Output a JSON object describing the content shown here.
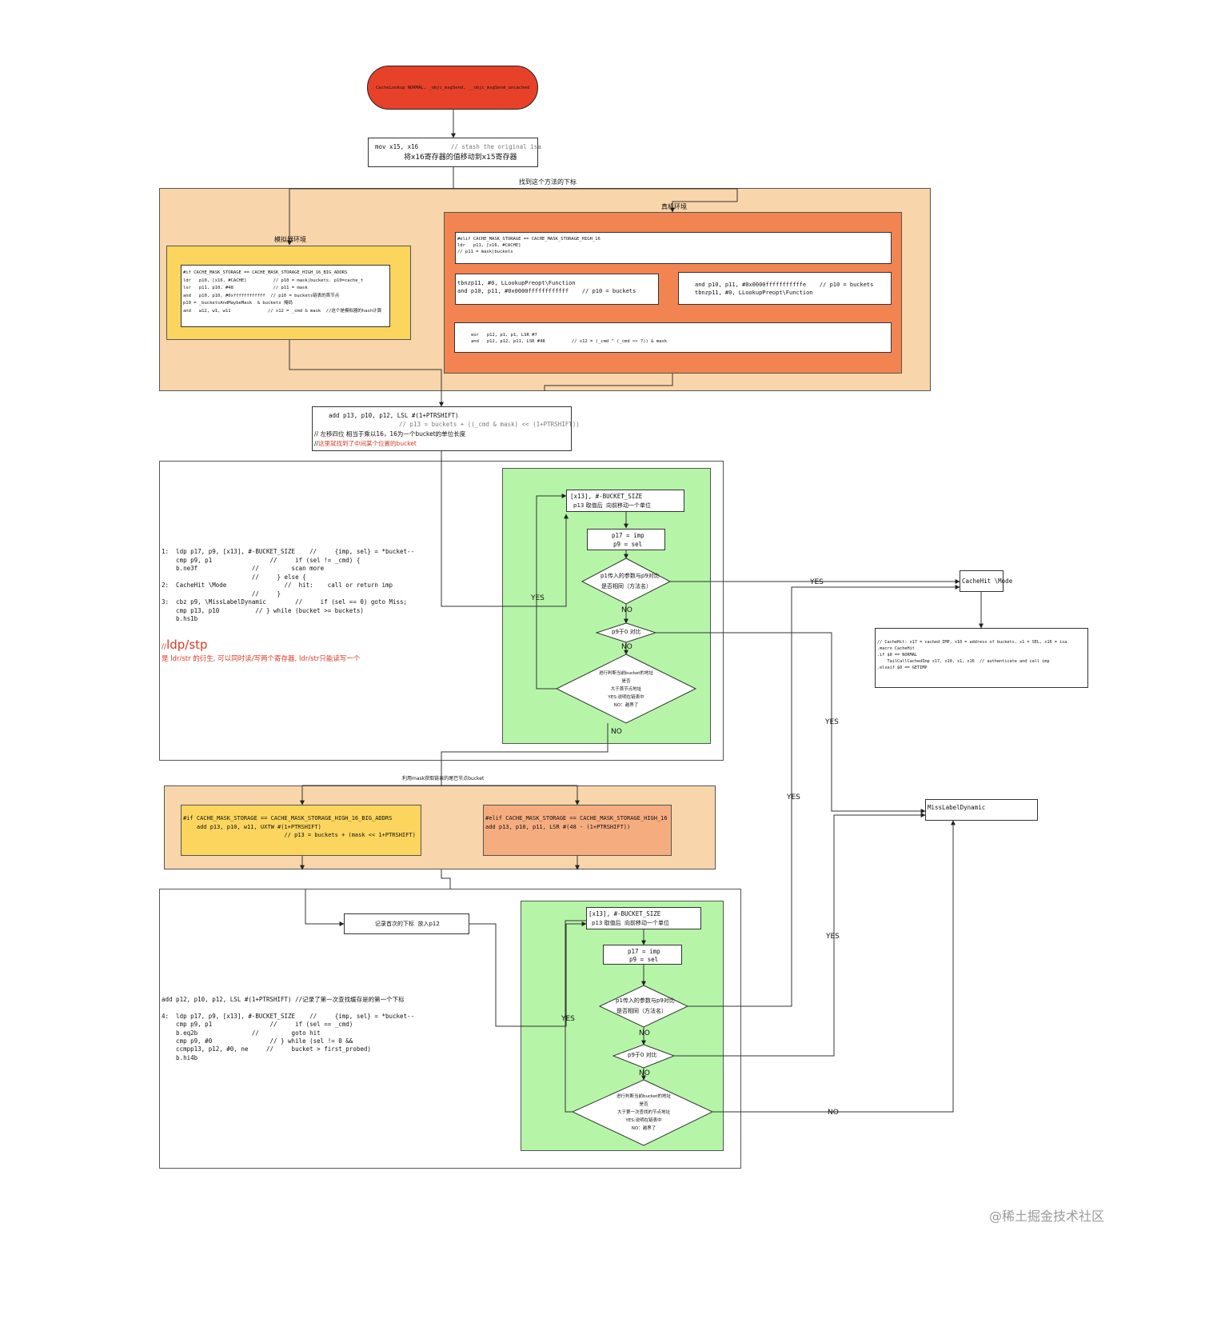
{
  "start": "CacheLookup NORMAL, _objc_msgSend, __objc_msgSend_uncached",
  "mov": {
    "code": "mov x15, x16",
    "comment": "// stash the original isa",
    "desc": "将x16寄存器的值移动到x15寄存器"
  },
  "find_index_label": "找到这个方法的下标",
  "sim": {
    "label": "模拟器环境",
    "lines": [
      "#if CACHE_MASK_STORAGE == CACHE_MASK_STORAGE_HIGH_16_BIG_ADDRS",
      "ldr   p10, [x16, #CACHE]          // p10 = mask|buckets. p10=cache_t",
      "lsr   p11, p10, #48               // p11 = mask",
      "and   p10, p10, #0xffffffffffff  // p10 = buckets链表的首节点",
      "p10 = _bucketsAndMaybeMask  & buckets 掩码",
      "and   w12, w1, w11              // x12 = _cmd & mask  //这个是模拟器的hash计算"
    ]
  },
  "dev": {
    "label": "真机环境",
    "top_lines": [
      "#elif CACHE_MASK_STORAGE == CACHE_MASK_STORAGE_HIGH_16",
      "ldr   p11, [x16, #CACHE]",
      "// p11 = mask|buckets"
    ],
    "left_lines": [
      "tbnzp11, #0, LLookupPreopt\\Function",
      "and p10, p11, #0x0000ffffffffffff    // p10 = buckets"
    ],
    "right_lines": [
      "and p10, p11, #0x0000fffffffffffe    // p10 = buckets",
      "tbnzp11, #0, LLookupPreopt\\Function"
    ],
    "bottom_lines": [
      "eor   p12, p1, p1, LSR #7",
      "and   p12, p12, p11, LSR #48          // x12 = (_cmd ^ (_cmd >> 7)) & mask"
    ]
  },
  "add13": {
    "code": "add p13, p10, p12, LSL #(1+PTRSHIFT)",
    "comment": "// p13 = buckets + ((_cmd & mask) << (1+PTRSHIFT))",
    "note1": "// 左移四位 相当于乘以16，16为一个bucket的单位长度",
    "note2_prefix": "//",
    "note2": "这里就找到了中间某个位置的bucket"
  },
  "loop1": {
    "asm_lines": [
      "1:  ldp p17, p9, [x13], #-BUCKET_SIZE    //     {imp, sel} = *bucket--",
      "    cmp p9, p1                //     if (sel != _cmd) {",
      "    b.ne3f               //         scan more",
      "                         //     } else {",
      "2:  CacheHit \\Mode                //  hit:    call or return imp",
      "                         //     }",
      "3:  cbz p9, \\MissLabelDynamic        //     if (sel == 0) goto Miss;",
      "    cmp p13, p10          // } while (bucket >= buckets)",
      "    b.hs1b"
    ],
    "ldp_prefix": "//",
    "ldp_title": "ldp/stp",
    "ldp_desc": "是 ldr/str 的衍生, 可以同时读/写两个寄存器, ldr/str只能读写一个",
    "fetch_line1": "[x13], #-BUCKET_SIZE",
    "fetch_line2": "p13 取值后  向前移动一个单位",
    "imp_line1": "p17 = imp",
    "imp_line2": "p9 = sel",
    "cmp_line1": "p1传入的参数与p9对比",
    "cmp_line2": "是否相同（方法名）",
    "p9zero": "p9于0 对比",
    "judge_lines": [
      "进行判断当前bucket的地址",
      "是否",
      "大于首节点地址",
      "YES:说明在链表中",
      "NO：越界了"
    ]
  },
  "hit": {
    "title": "CacheHit \\Mode",
    "lines": [
      "// CacheHit: x17 = cached IMP, x10 = address of buckets, x1 = SEL, x16 = isa",
      ".macro CacheHit",
      ".if $0 == NORMAL",
      "    TailCallCachedImp x17, x10, x1, x16  // authenticate and call imp",
      ".elseif $0 == GETIMP"
    ]
  },
  "miss": "MissLabelDynamic",
  "mask_label": "利用mask获取链表的尾巴节点bucket",
  "mask_left": [
    "#if CACHE_MASK_STORAGE == CACHE_MASK_STORAGE_HIGH_16_BIG_ADDRS",
    "    add p13, p10, w11, UXTW #(1+PTRSHIFT)",
    "                              // p13 = buckets + (mask << 1+PTRSHIFT)"
  ],
  "mask_right": [
    "#elif CACHE_MASK_STORAGE == CACHE_MASK_STORAGE_HIGH_16",
    "add p13, p10, p11, LSR #(48 - (1+PTRSHIFT))"
  ],
  "loop2": {
    "record": "记录首次的下标  放入p12",
    "asm_lines": [
      "add p12, p10, p12, LSL #(1+PTRSHIFT) //记录了第一次查找缓存是的第一个下标",
      "",
      "4:  ldp p17, p9, [x13], #-BUCKET_SIZE    //     {imp, sel} = *bucket--",
      "    cmp p9, p1                //     if (sel == _cmd)",
      "    b.eq2b               //         goto hit",
      "    cmp p9, #0                // } while (sel != 0 &&",
      "    ccmpp13, p12, #0, ne     //     bucket > first_probed)",
      "    b.hi4b"
    ],
    "fetch_line1": "[x13], #-BUCKET_SIZE",
    "fetch_line2": "p13 取值后  向前移动一个单位",
    "imp_line1": "p17 = imp",
    "imp_line2": "p9 = sel",
    "cmp_line1": "p1传入的参数与p9对比",
    "cmp_line2": "是否相同（方法名）",
    "p9zero": "p9于0 对比",
    "judge_lines": [
      "进行判断当前bucket的地址",
      "是否",
      "大于第一次查找的节点地址",
      "YES:说明在链表中",
      "NO：越界了"
    ]
  },
  "labels": {
    "yes": "YES",
    "no": "NO"
  },
  "watermark": "@稀土掘金技术社区",
  "colors": {
    "start": "#e8412a",
    "peach": "#f8d5aa",
    "orange": "#f28452",
    "yellow": "#fbd55e",
    "salmon": "#f5ad7f",
    "green": "#b6f5a8"
  }
}
